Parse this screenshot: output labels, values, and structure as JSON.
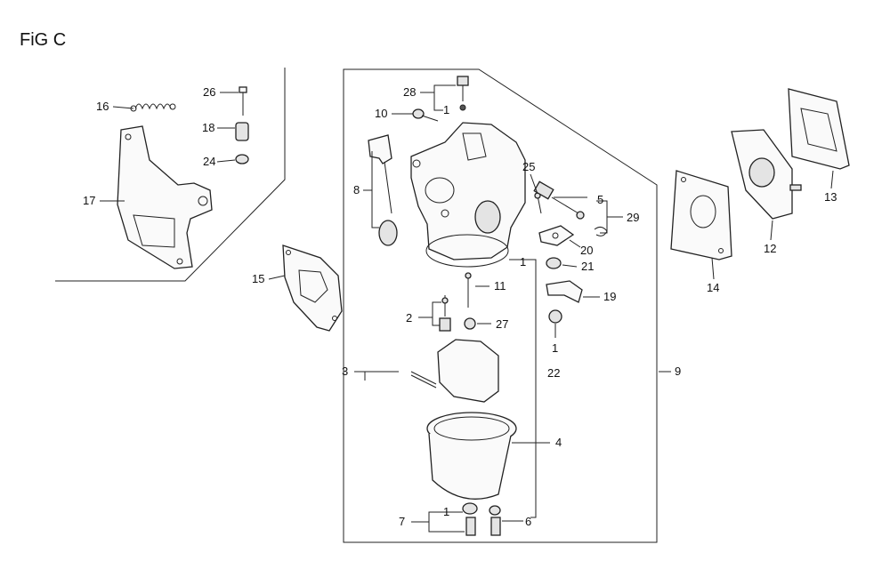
{
  "figure": {
    "title": "FiG C"
  },
  "callouts": {
    "c1a": "1",
    "c1b": "1",
    "c1c": "1",
    "c1d": "1",
    "c2": "2",
    "c3": "3",
    "c4": "4",
    "c5": "5",
    "c6": "6",
    "c7": "7",
    "c8": "8",
    "c9": "9",
    "c10": "10",
    "c11": "11",
    "c12": "12",
    "c13": "13",
    "c14": "14",
    "c15": "15",
    "c16": "16",
    "c17": "17",
    "c18": "18",
    "c19": "19",
    "c20": "20",
    "c21": "21",
    "c22": "22",
    "c24": "24",
    "c25": "25",
    "c26": "26",
    "c27": "27",
    "c28": "28",
    "c29": "29"
  }
}
